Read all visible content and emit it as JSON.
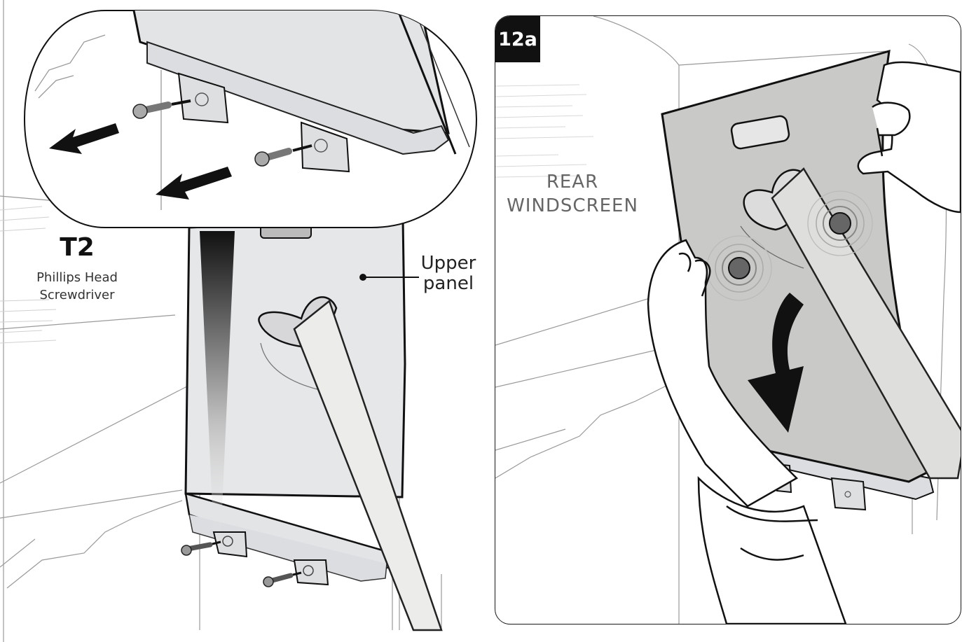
{
  "left_illustration": {
    "tool_code": "T2",
    "tool_name_line1": "Phillips Head",
    "tool_name_line2": "Screwdriver",
    "part_label_line1": "Upper",
    "part_label_line2": "panel"
  },
  "right_illustration": {
    "step_number": "12a",
    "location_line1": "REAR",
    "location_line2": "WINDSCREEN"
  },
  "colors": {
    "outline": "#111111",
    "panel_fill": "#e6e7e9",
    "panel_fill_dark": "#c9c9c7",
    "badge_background": "#111111"
  },
  "icons": [
    "screw-icon",
    "removal-arrow-icon",
    "rotate-down-arrow-icon",
    "press-point-icon",
    "callout-dot-icon"
  ]
}
